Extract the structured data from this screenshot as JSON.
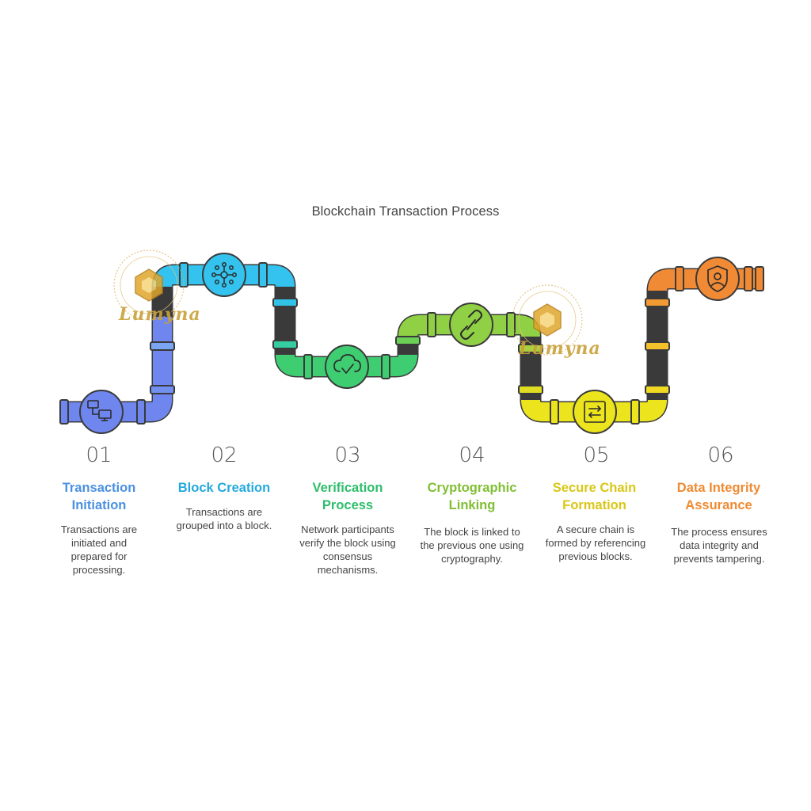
{
  "title": "Blockchain Transaction Process",
  "watermark": "Lumyna",
  "colors": {
    "blue": "#5b8def",
    "cyan": "#2fb6e8",
    "green": "#3ccb74",
    "lime": "#8cc63e",
    "yellow": "#e7d81c",
    "orange": "#f08a35",
    "gold": "#c9a13a"
  },
  "steps": [
    {
      "number": "01",
      "title": "Transaction Initiation",
      "description": "Transactions are initiated and prepared for processing.",
      "color": "#4a90e2",
      "icon": "network-computers-icon"
    },
    {
      "number": "02",
      "title": "Block Creation",
      "description": "Transactions are grouped into a block.",
      "color": "#23a9dd",
      "icon": "network-node-icon"
    },
    {
      "number": "03",
      "title": "Verification Process",
      "description": "Network participants verify the block using consensus mechanisms.",
      "color": "#2ebd6b",
      "icon": "cloud-check-icon"
    },
    {
      "number": "04",
      "title": "Cryptographic Linking",
      "description": "The block is linked to the previous one using cryptography.",
      "color": "#7fbf33",
      "icon": "chain-link-icon"
    },
    {
      "number": "05",
      "title": "Secure Chain Formation",
      "description": "A secure chain is formed by referencing previous blocks.",
      "color": "#d9c716",
      "icon": "exchange-frame-icon"
    },
    {
      "number": "06",
      "title": "Data Integrity Assurance",
      "description": "The process ensures data integrity and prevents tampering.",
      "color": "#ef8a32",
      "icon": "user-shield-icon"
    }
  ]
}
